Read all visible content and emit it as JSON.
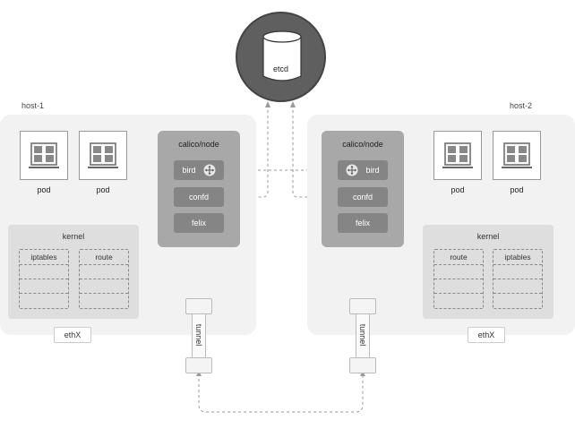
{
  "etcd": {
    "label": "etcd"
  },
  "hosts": [
    {
      "label": "host-1",
      "pods": [
        "pod",
        "pod"
      ],
      "calico_node": {
        "title": "calico/node",
        "components": [
          "bird",
          "confd",
          "felix"
        ]
      },
      "kernel": {
        "title": "kernel",
        "tables": [
          "iptables",
          "route"
        ]
      },
      "interface": "ethX"
    },
    {
      "label": "host-2",
      "pods": [
        "pod",
        "pod"
      ],
      "calico_node": {
        "title": "calico/node",
        "components": [
          "bird",
          "confd",
          "felix"
        ]
      },
      "kernel": {
        "title": "kernel",
        "tables": [
          "route",
          "iptables"
        ]
      },
      "interface": "ethX"
    }
  ],
  "tunnels": [
    "tunnel",
    "tunnel"
  ],
  "colors": {
    "host_panel": "#f2f2f2",
    "calico_node": "#a8a8a8",
    "component": "#858585",
    "kernel": "#dedede",
    "etcd_circle": "#5f5f5f",
    "connector": "#9a9a9a"
  },
  "icons": {
    "pod": "server-rack-icon",
    "bird": "move-arrows-icon",
    "etcd": "database-cylinder-icon"
  }
}
